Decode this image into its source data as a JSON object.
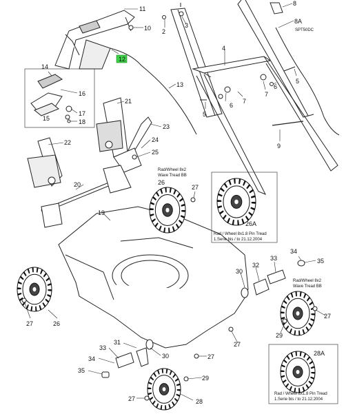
{
  "diagram": {
    "callouts": {
      "c11": "11",
      "c10": "10",
      "c2": "2",
      "c3": "3",
      "c8": "8",
      "c8a": "8A",
      "c8a_sub": "SPT50DC",
      "c12": "12",
      "c4": "4",
      "c13": "13",
      "c14": "14",
      "c16": "16",
      "c17": "17",
      "c15": "15",
      "c18": "18",
      "c21": "21",
      "c23": "23",
      "c24": "24",
      "c25": "25",
      "c22": "22",
      "c5a": "5",
      "c6a": "6",
      "c7a": "7",
      "c7b": "7",
      "c6b": "6",
      "c5b": "5",
      "c9": "9",
      "c20": "20",
      "c26": "26",
      "c27a": "27",
      "c19": "19",
      "c26a": "26A",
      "c34a": "34",
      "c35a": "35",
      "c33a": "33",
      "c32": "32",
      "c30a": "30",
      "c31": "31",
      "c27b": "27",
      "c26b": "26",
      "c27c": "27",
      "c29a": "29",
      "c27d": "27",
      "c33b": "33",
      "c34b": "34",
      "c35b": "35",
      "c30b": "30",
      "c27e": "27",
      "c29b": "29",
      "c27f": "27",
      "c28": "28",
      "c28a": "28A"
    },
    "notes": {
      "wheel_bb_top_line1": "Rad/Wheel 8x2",
      "wheel_bb_top_line2": "Wave Tread BB",
      "box26a_line1": "Rad / Wheel 8x1.8 Pin Tread",
      "box26a_line2": "1.Serie bis / to 21.12.2004",
      "wheel_bb_right_line1": "Rad/Wheel 8x2",
      "wheel_bb_right_line2": "Wave Tread BB",
      "box28a_line1": "Rad / Wheel 8x1.8 Pin Tread",
      "box28a_line2": "1.Serie bis / to 21.12.2004"
    },
    "highlight_color": "#3fd04a"
  }
}
